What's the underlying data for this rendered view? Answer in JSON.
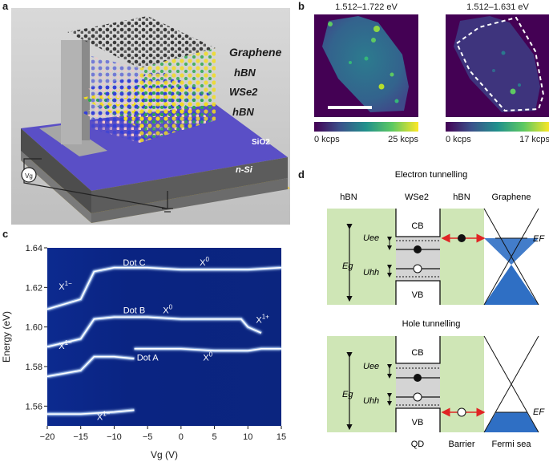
{
  "panels": {
    "a": "a",
    "b": "b",
    "c": "c",
    "d": "d"
  },
  "panel_a": {
    "layers": [
      "Graphene",
      "hBN",
      "WSe2",
      "hBN",
      "SiO2",
      "n-Si"
    ],
    "gate_symbol": "Vg",
    "colors": {
      "substrate_top": "#5a4fc6",
      "substrate_side": "#6b6b6b",
      "gold": "#e7c232",
      "contact": "#a6a6a6"
    }
  },
  "panel_b": {
    "left": {
      "title": "1.512–1.722 eV",
      "cbar_min": "0 kcps",
      "cbar_max": "25 kcps"
    },
    "right": {
      "title": "1.512–1.631 eV",
      "cbar_min": "0 kcps",
      "cbar_max": "17 kcps"
    },
    "colormap": [
      "#440154",
      "#3b528b",
      "#21918c",
      "#5ec962",
      "#fde725"
    ]
  },
  "panel_d": {
    "top_title": "Electron tunnelling",
    "bottom_title": "Hole tunnelling",
    "columns": [
      "hBN",
      "WSe2",
      "hBN",
      "Graphene"
    ],
    "labels": {
      "cb": "CB",
      "vb": "VB",
      "ee": "Uee",
      "hh": "Uhh",
      "eg": "Eg",
      "ef": "EF"
    },
    "footer": [
      "QD",
      "Barrier",
      "Fermi sea"
    ],
    "colors": {
      "barrier": "#cfe6b6",
      "dot": "#d4d4d4",
      "fermi": "#2f6fc4",
      "arrow": "#e02424"
    }
  },
  "chart_data": {
    "type": "heatmap",
    "xlabel": "Vg (V)",
    "ylabel": "Energy (eV)",
    "xlim": [
      -20,
      15
    ],
    "ylim": [
      1.55,
      1.64
    ],
    "x_ticks": [
      -20,
      -15,
      -10,
      -5,
      0,
      5,
      10,
      15
    ],
    "y_ticks": [
      1.56,
      1.58,
      1.6,
      1.62,
      1.64
    ],
    "y_tick_labels": [
      "1.56",
      "1.58",
      "1.60",
      "1.62",
      "1.64"
    ],
    "colormap": [
      "#000a4e",
      "#0b2c9a",
      "#1f62e0",
      "#6fb2ff",
      "#ffffff"
    ],
    "series": [
      {
        "name": "Dot C",
        "x": [
          -20,
          -15,
          -13,
          -10,
          -5,
          0,
          5,
          10,
          15
        ],
        "y": [
          1.609,
          1.614,
          1.628,
          1.63,
          1.63,
          1.629,
          1.629,
          1.629,
          1.63
        ]
      },
      {
        "name": "Dot B",
        "x": [
          -20,
          -15,
          -13,
          -10,
          -5,
          0,
          5,
          9,
          10,
          12
        ],
        "y": [
          1.59,
          1.594,
          1.604,
          1.605,
          1.605,
          1.604,
          1.604,
          1.604,
          1.6,
          1.597
        ]
      },
      {
        "name": "Dot A",
        "x": [
          -7,
          -5,
          0,
          5,
          10,
          12,
          15
        ],
        "y": [
          1.589,
          1.589,
          1.589,
          1.588,
          1.588,
          1.589,
          1.589
        ]
      },
      {
        "name": "",
        "x": [
          -20,
          -15,
          -13,
          -10,
          -7
        ],
        "y": [
          1.575,
          1.578,
          1.585,
          1.585,
          1.584
        ]
      },
      {
        "name": "",
        "x": [
          -20,
          -15,
          -10,
          -7
        ],
        "y": [
          1.556,
          1.556,
          1.557,
          1.558
        ]
      }
    ],
    "annotations": [
      {
        "text": "Dot C",
        "x": -7.0,
        "y": 1.631
      },
      {
        "text": "X0",
        "x": 3.5,
        "y": 1.631
      },
      {
        "text": "X1−",
        "x": -17.3,
        "y": 1.619
      },
      {
        "text": "Dot B",
        "x": -7.0,
        "y": 1.607
      },
      {
        "text": "X0",
        "x": -2.0,
        "y": 1.607
      },
      {
        "text": "X1+",
        "x": 12.2,
        "y": 1.602
      },
      {
        "text": "X1−",
        "x": -17.3,
        "y": 1.589
      },
      {
        "text": "Dot A",
        "x": -5.0,
        "y": 1.583
      },
      {
        "text": "X0",
        "x": 4.0,
        "y": 1.583
      },
      {
        "text": "X1−",
        "x": -11.6,
        "y": 1.553
      }
    ]
  }
}
